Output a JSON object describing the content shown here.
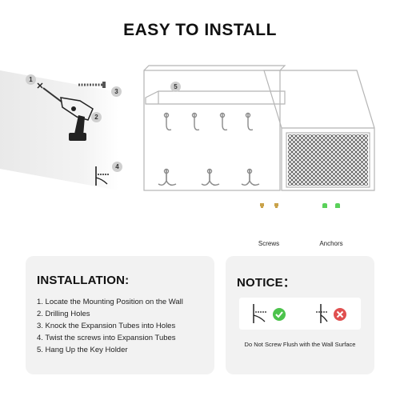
{
  "title": "EASY TO INSTALL",
  "diagram": {
    "callouts": [
      "1",
      "2",
      "3",
      "4",
      "5"
    ],
    "screws_label": "Screws",
    "anchors_label": "Anchors",
    "colors": {
      "screw": "#c9a24a",
      "anchor": "#5ad15a",
      "check": "#4cc34c",
      "cross": "#e05050"
    }
  },
  "installation": {
    "heading": "INSTALLATION:",
    "steps": [
      "1.  Locate the Mounting Position on the Wall",
      "2.  Drilling Holes",
      "3.  Knock the Expansion Tubes into Holes",
      "4.  Twist the screws into Expansion Tubes",
      "5.  Hang Up the Key Holder"
    ]
  },
  "notice": {
    "heading": "NOTICE：",
    "caption": "Do Not Screw Flush with the Wall Surface"
  }
}
